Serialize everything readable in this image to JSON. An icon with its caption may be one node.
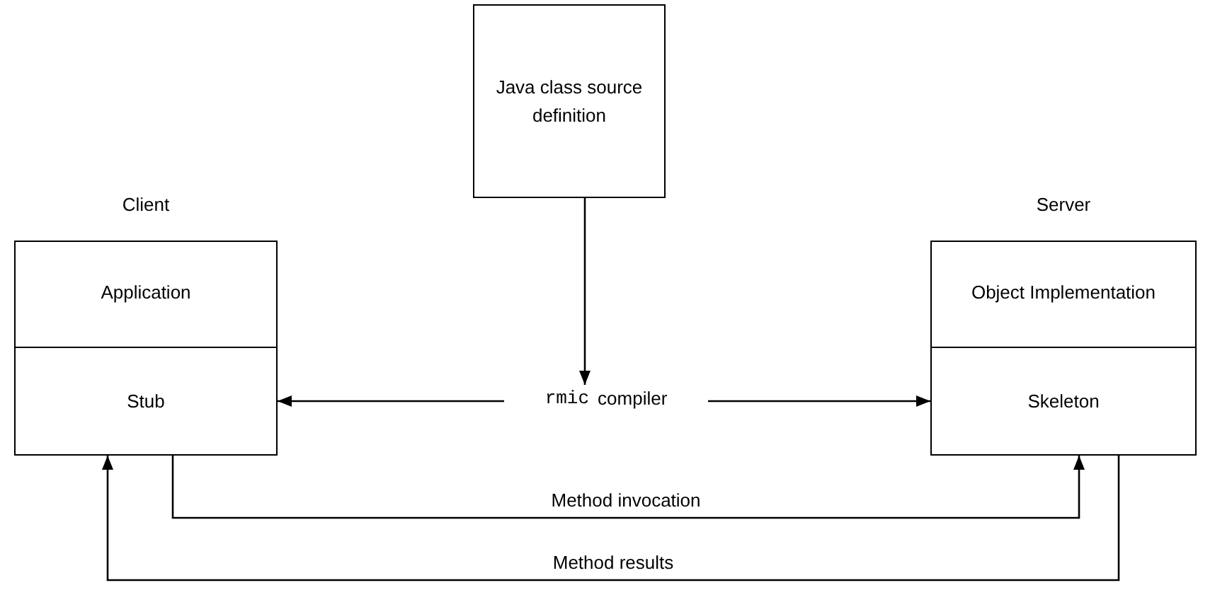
{
  "diagram": {
    "nodes": [
      {
        "text": [
          "Java class source definition"
        ]
      },
      {
        "text": [
          "Client"
        ]
      },
      {
        "text": [
          "Application"
        ],
        "in": 1
      },
      {
        "text": [
          "Stub"
        ],
        "in": 1
      },
      {
        "text": [
          "Server"
        ]
      },
      {
        "text": [
          "Object Implementation"
        ],
        "in": 4
      },
      {
        "text": [
          "Skeleton"
        ],
        "in": 4
      },
      {
        "text": [
          "rmic",
          "compiler"
        ]
      }
    ],
    "edges": [
      {
        "from": 0,
        "to": 7,
        "arrow": "to"
      },
      {
        "from": 7,
        "to": 3,
        "arrow": "to"
      },
      {
        "from": 7,
        "to": 6,
        "arrow": "to"
      },
      {
        "from": 3,
        "to": 6,
        "arrow": "to",
        "label": "Method invocation"
      },
      {
        "from": 6,
        "to": 3,
        "arrow": "to",
        "label": "Method results"
      }
    ]
  }
}
